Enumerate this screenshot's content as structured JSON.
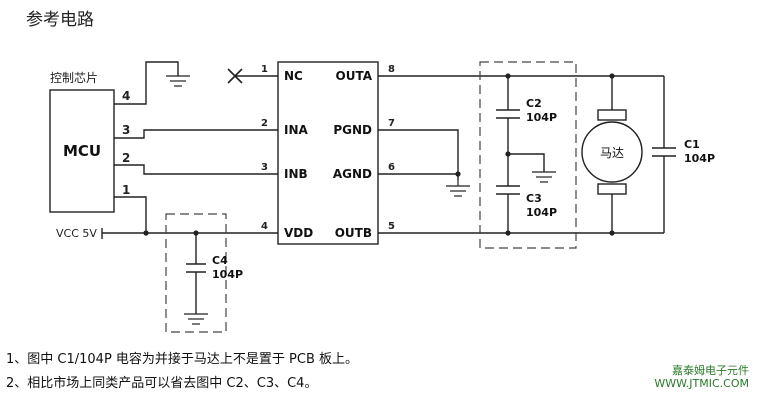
{
  "title": "参考电路",
  "mcu": {
    "caption": "控制芯片",
    "name": "MCU",
    "pins": [
      "4",
      "3",
      "2",
      "1"
    ]
  },
  "vcc_label": "VCC 5V",
  "ic": {
    "left_pins": [
      {
        "num": "1",
        "name": "NC"
      },
      {
        "num": "2",
        "name": "INA"
      },
      {
        "num": "3",
        "name": "INB"
      },
      {
        "num": "4",
        "name": "VDD"
      }
    ],
    "right_pins": [
      {
        "num": "8",
        "name": "OUTA"
      },
      {
        "num": "7",
        "name": "PGND"
      },
      {
        "num": "6",
        "name": "AGND"
      },
      {
        "num": "5",
        "name": "OUTB"
      }
    ]
  },
  "caps": {
    "c2": {
      "name": "C2",
      "value": "104P"
    },
    "c3": {
      "name": "C3",
      "value": "104P"
    },
    "c4": {
      "name": "C4",
      "value": "104P"
    },
    "c1": {
      "name": "C1",
      "value": "104P"
    }
  },
  "motor_label": "马达",
  "notes": [
    "1、图中 C1/104P 电容为并接于马达上不是置于 PCB 板上。",
    "2、相比市场上同类产品可以省去图中 C2、C3、C4。"
  ],
  "brand": {
    "name": "嘉泰姆电子元件",
    "url": "WWW.JTMIC.COM"
  },
  "colors": {
    "line": "#222222",
    "dash": "#444444",
    "brand": "#2a7a2a"
  }
}
